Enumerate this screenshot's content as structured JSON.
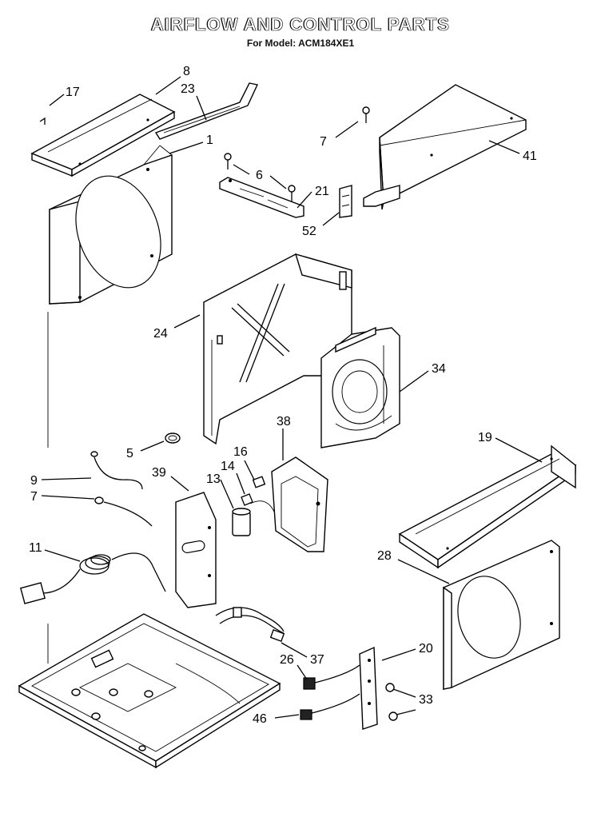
{
  "title": "AIRFLOW AND CONTROL PARTS",
  "subtitle": "For Model: ACM184XE1",
  "callouts": [
    {
      "id": "c8",
      "text": "8"
    },
    {
      "id": "c23",
      "text": "23"
    },
    {
      "id": "c17",
      "text": "17"
    },
    {
      "id": "c1",
      "text": "1"
    },
    {
      "id": "c7a",
      "text": "7"
    },
    {
      "id": "c41",
      "text": "41"
    },
    {
      "id": "c6",
      "text": "6"
    },
    {
      "id": "c21",
      "text": "21"
    },
    {
      "id": "c52",
      "text": "52"
    },
    {
      "id": "c24",
      "text": "24"
    },
    {
      "id": "c34",
      "text": "34"
    },
    {
      "id": "c38",
      "text": "38"
    },
    {
      "id": "c16",
      "text": "16"
    },
    {
      "id": "c5",
      "text": "5"
    },
    {
      "id": "c14",
      "text": "14"
    },
    {
      "id": "c39",
      "text": "39"
    },
    {
      "id": "c13",
      "text": "13"
    },
    {
      "id": "c9",
      "text": "9"
    },
    {
      "id": "c7b",
      "text": "7"
    },
    {
      "id": "c11",
      "text": "11"
    },
    {
      "id": "c19",
      "text": "19"
    },
    {
      "id": "c28",
      "text": "28"
    },
    {
      "id": "c20",
      "text": "20"
    },
    {
      "id": "c26",
      "text": "26"
    },
    {
      "id": "c37",
      "text": "37"
    },
    {
      "id": "c33",
      "text": "33"
    },
    {
      "id": "c46",
      "text": "46"
    }
  ]
}
